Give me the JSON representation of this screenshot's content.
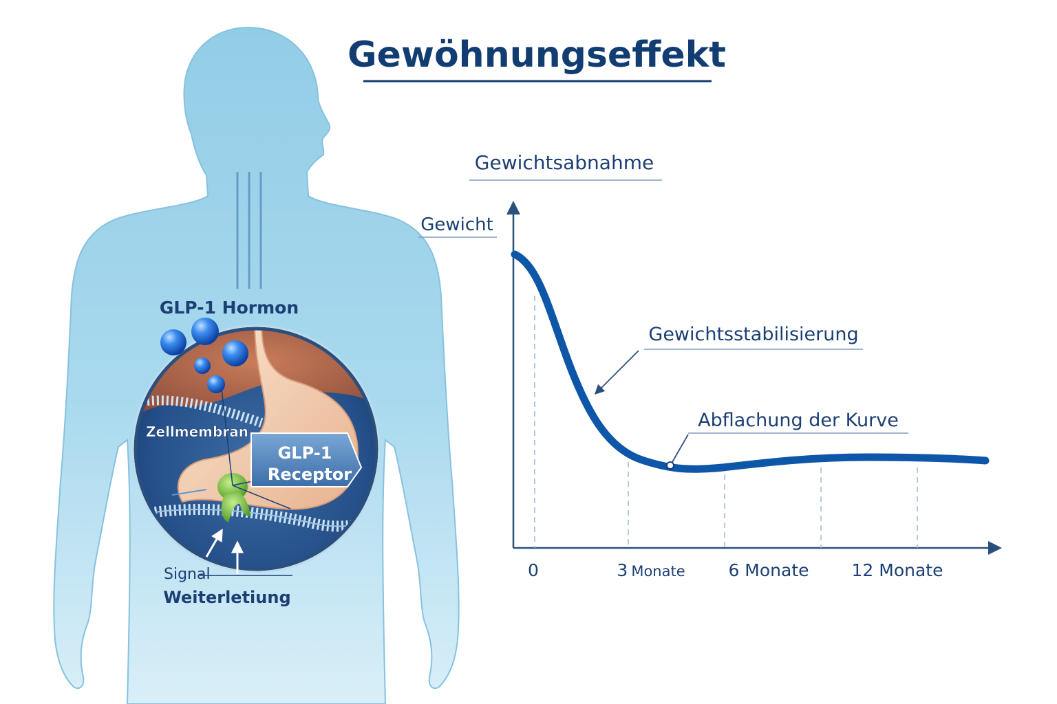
{
  "title": "Gewöhnungseffekt",
  "chart": {
    "heading": "Gewichtsabnahme",
    "y_axis_label": "Gewicht",
    "x_ticks": [
      "0",
      "3",
      "6 Monate",
      "12 Monate"
    ],
    "x_tick_suffix": "Monate",
    "annotations": {
      "stabilization": "Gewichtsstabilisierung",
      "flattening": "Abflachung der Kurve"
    }
  },
  "body_illustration": {
    "hormone_label": "GLP-1 Hormon",
    "membrane_label": "Zellmembran",
    "receptor_label_line1": "GLP-1",
    "receptor_label_line2": "Receptor",
    "signal_label_line1": "Signal",
    "signal_label_line2": "Weiterletiung"
  },
  "colors": {
    "title": "#123d73",
    "curve": "#0d56a8",
    "body": "#a9d9ee",
    "axis": "#2a4f7d",
    "receptor": "#7bc142"
  },
  "icons": {
    "hormone": "blue-sphere-icon",
    "receptor": "receptor-icon",
    "stomach": "stomach-icon"
  }
}
